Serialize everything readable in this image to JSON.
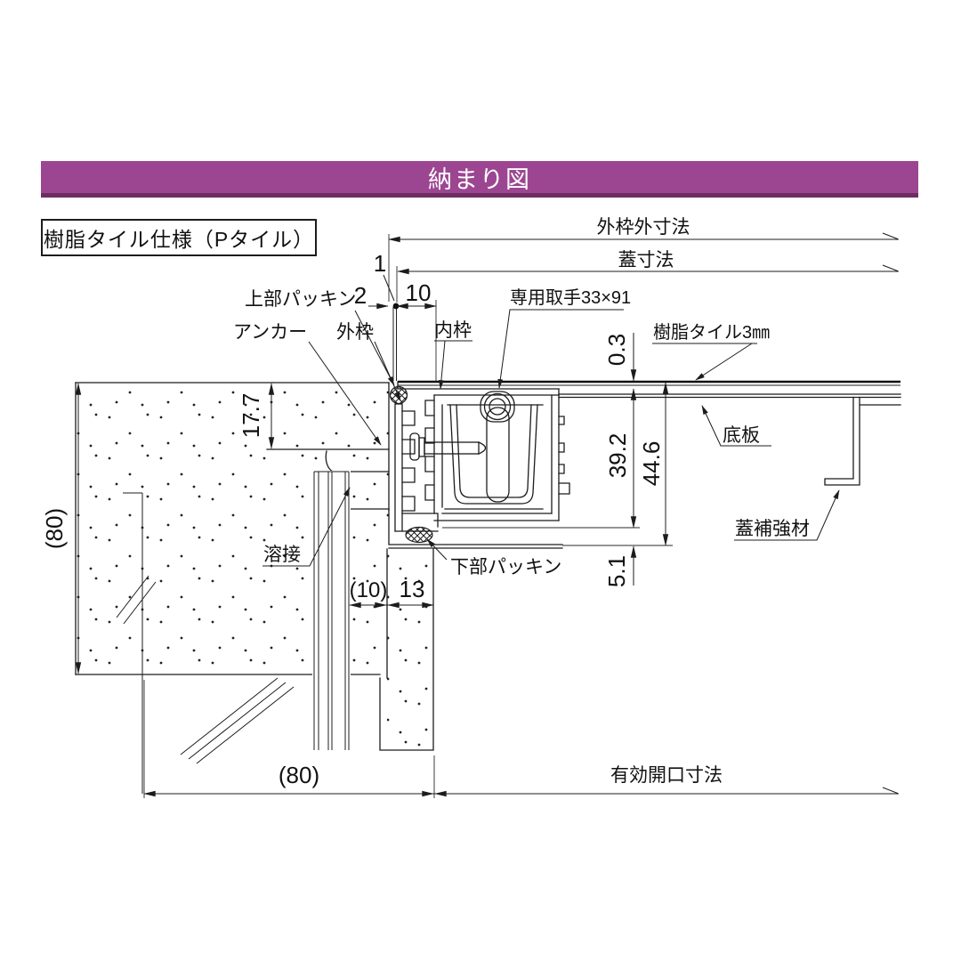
{
  "header": {
    "title": "納まり図",
    "bg": "#9c4691",
    "border": "#6f2c62"
  },
  "spec_box": {
    "label": "樹脂タイル仕様（Pタイル）"
  },
  "dims": {
    "outer_frame_width_label": "外枠外寸法",
    "cover_width_label": "蓋寸法",
    "effective_opening_label": "有効開口寸法",
    "gap_1": "1",
    "gap_2": "2",
    "edge_10": "10",
    "slab_depth": "17.7",
    "top_gap": "0.3",
    "frame_body": "39.2",
    "frame_total": "44.6",
    "bottom_gap": "5.1",
    "anchor_offset": "(10)",
    "mortar_width": "13",
    "slab_height": "(80)",
    "slab_width": "(80)"
  },
  "labels": {
    "upper_packing": "上部パッキン",
    "anchor": "アンカー",
    "outer_frame": "外枠",
    "inner_frame": "内枠",
    "handle": "専用取手33×91",
    "resin_tile": "樹脂タイル3㎜",
    "bottom_plate": "底板",
    "cover_reinforcement": "蓋補強材",
    "welding": "溶接",
    "lower_packing": "下部パッキン"
  },
  "drawing": {
    "line_color": "#1c1c1c"
  }
}
